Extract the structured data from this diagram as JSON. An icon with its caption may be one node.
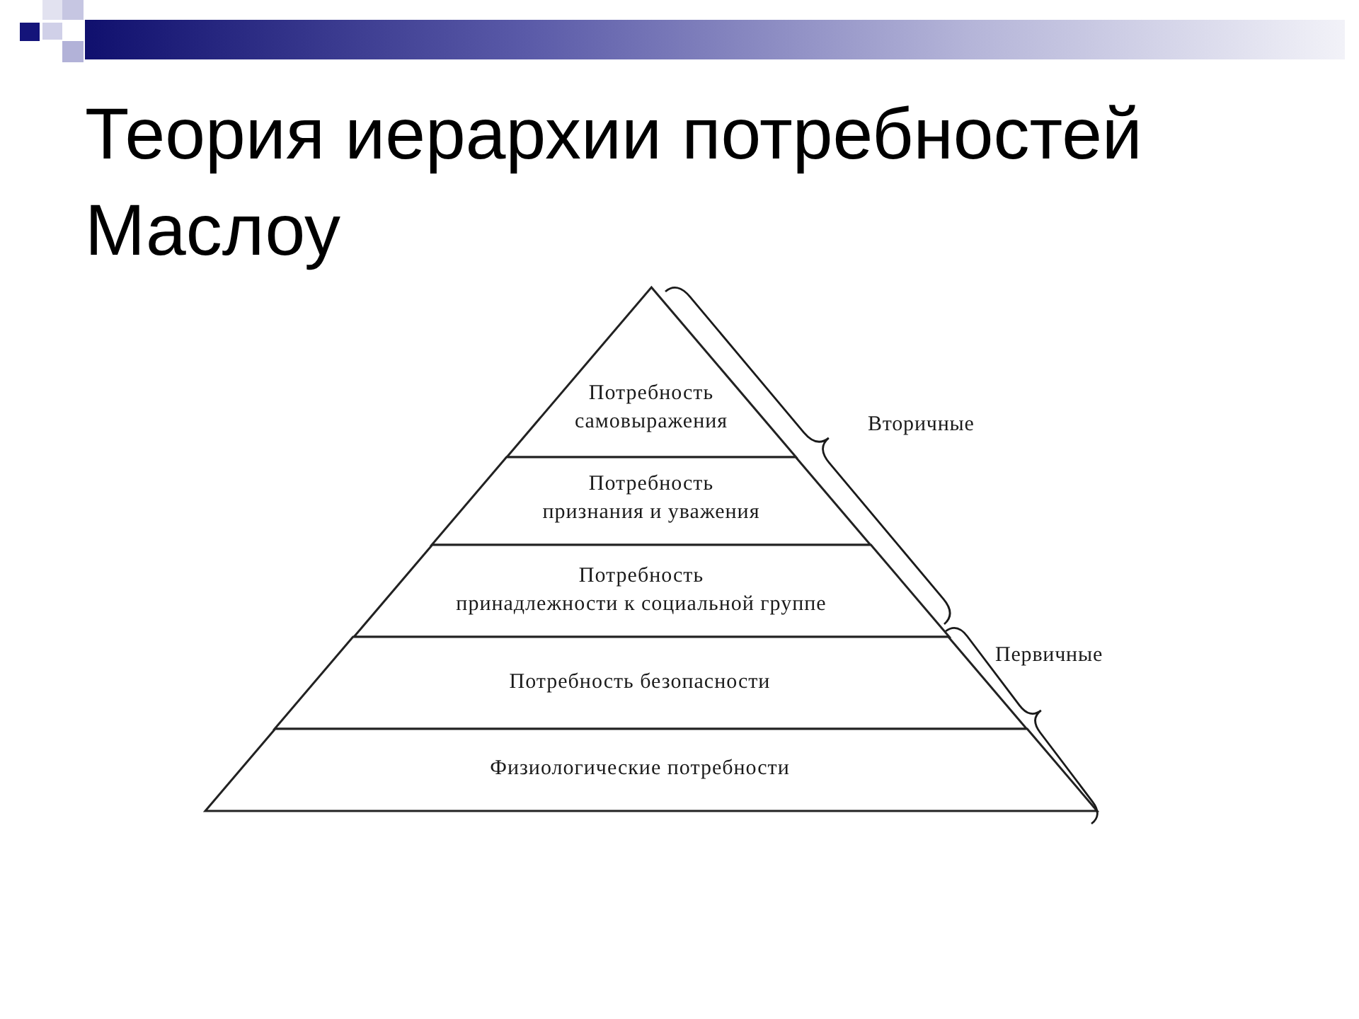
{
  "diagram": {
    "title": "Теория иерархии потребностей Маслоу",
    "nodes": [
      {
        "text": [
          "Потребность самовыражения"
        ]
      },
      {
        "text": [
          "Потребность признания и уважения"
        ]
      },
      {
        "text": [
          "Потребность принадлежности к социальной группе"
        ]
      },
      {
        "text": [
          "Потребность безопасности"
        ]
      },
      {
        "text": [
          "Физиологические потребности"
        ]
      }
    ],
    "labels": [
      "Вторичные",
      "Первичные"
    ]
  }
}
